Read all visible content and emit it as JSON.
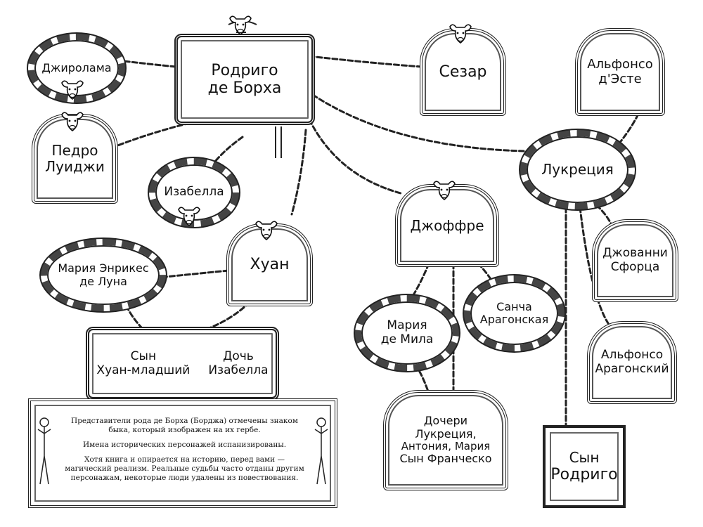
{
  "people": {
    "rodrigo": [
      "Родриго",
      "де Борха"
    ],
    "djirolama": "Джиролама",
    "pedro": [
      "Педро",
      "Луиджи"
    ],
    "izabella": "Изабелла",
    "cesar": "Сезар",
    "alfonso_este": [
      "Альфонсо",
      "д'Эсте"
    ],
    "lukrecia": "Лукреция",
    "maria_enrikes": [
      "Мария Энрикес",
      "де Луна"
    ],
    "huan": "Хуан",
    "djoffre": "Джоффре",
    "djovanni": [
      "Джованни",
      "Сфорца"
    ],
    "maria_mila": [
      "Мария",
      "де Мила"
    ],
    "sancha": [
      "Санча",
      "Арагонская"
    ],
    "alfonso_arag": [
      "Альфонсо",
      "Арагонский"
    ],
    "huan_children": {
      "son": [
        "Сын",
        "Хуан-младший"
      ],
      "daughter": [
        "Дочь",
        "Изабелла"
      ]
    },
    "docheri": [
      "Дочери",
      "Лукреция,",
      "Антония, Мария",
      "Сын Франческо"
    ],
    "syn_rodrigo": [
      "Сын",
      "Родриго"
    ]
  },
  "note": {
    "p1": "Представители рода де Борха (Борджа) отмечены знаком быка, который изображен на их гербе.",
    "p2": "Имена исторических персонажей испанизированы.",
    "p3": "Хотя книга и опирается на историю, перед вами — магический реализм. Реальные судьбы часто отданы другим персонажам, некоторые люди удалены из повествования."
  }
}
